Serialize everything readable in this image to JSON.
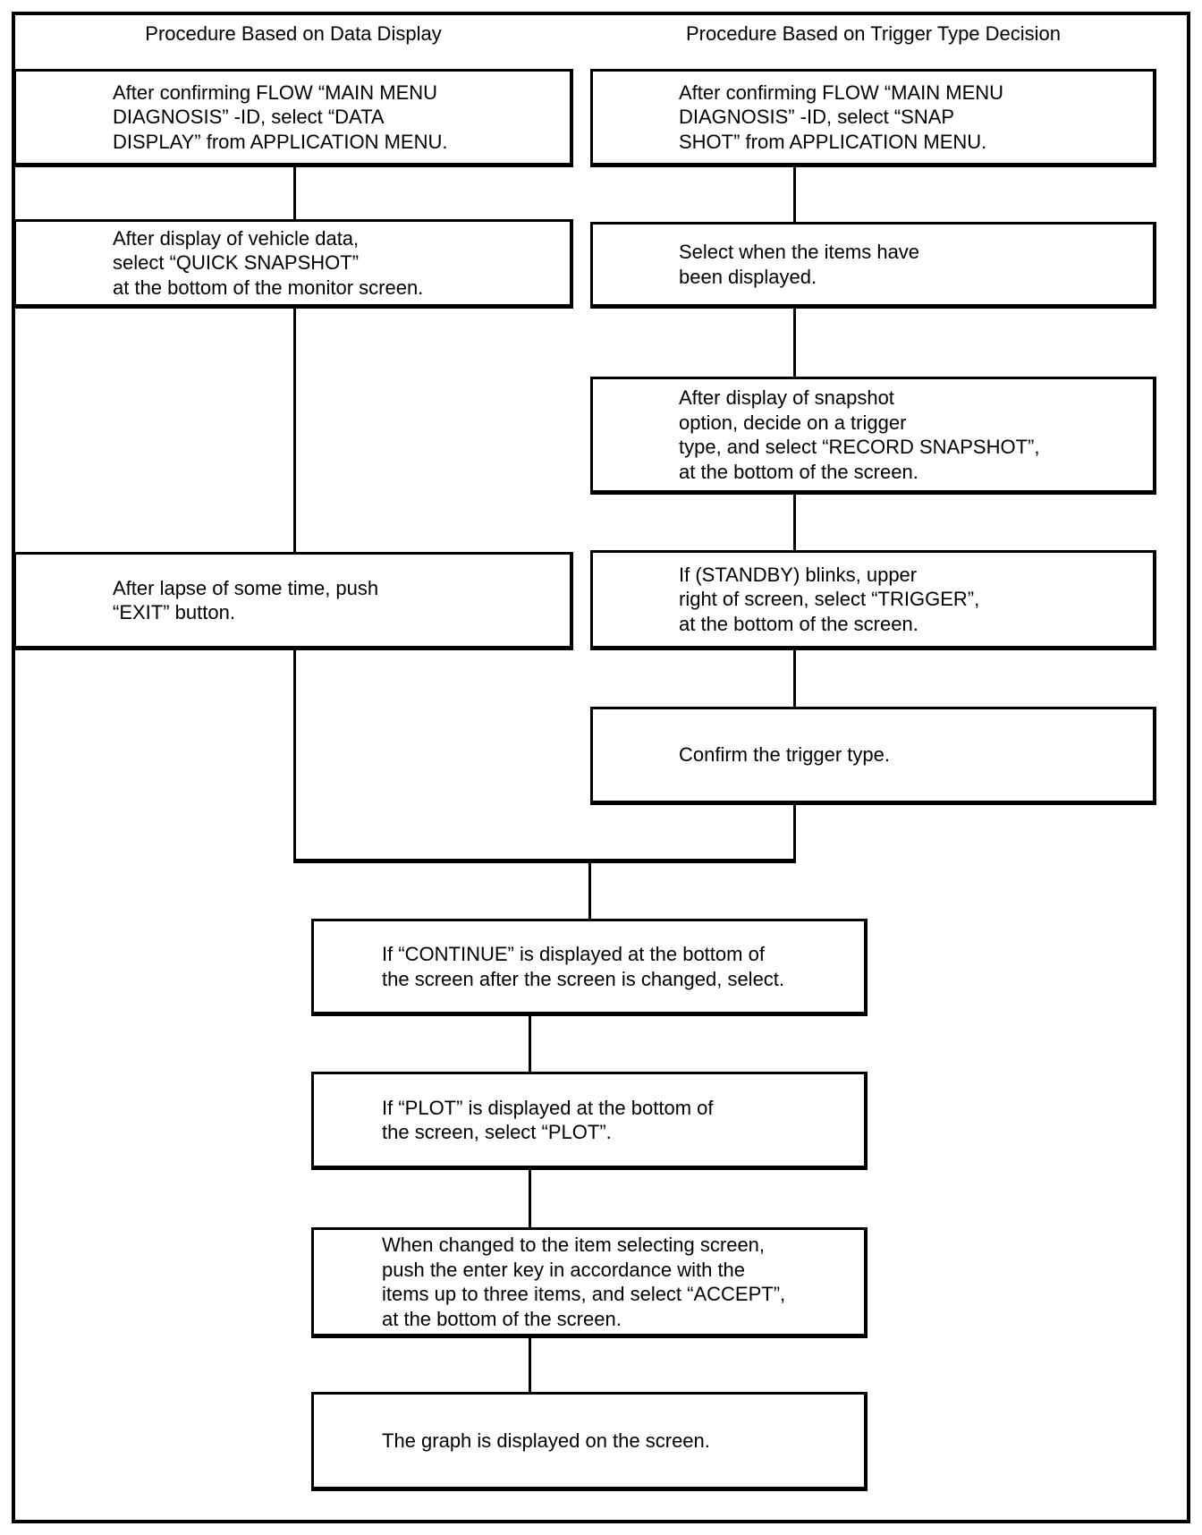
{
  "colors": {
    "ink": "#000000",
    "paper": "#ffffff"
  },
  "headers": {
    "left": "Procedure Based on Data Display",
    "right": "Procedure Based on Trigger Type Decision"
  },
  "left_column": {
    "boxes": [
      {
        "text": "After confirming FLOW “MAIN MENU\nDIAGNOSIS” -ID, select “DATA\nDISPLAY” from APPLICATION MENU."
      },
      {
        "text": "After display of vehicle data,\nselect “QUICK SNAPSHOT”\nat the bottom of the monitor screen."
      },
      {
        "text": "After lapse of some time, push\n“EXIT” button."
      }
    ]
  },
  "right_column": {
    "boxes": [
      {
        "text": "After confirming FLOW “MAIN MENU\nDIAGNOSIS” -ID, select “SNAP\nSHOT” from APPLICATION MENU."
      },
      {
        "text": "Select when the items have\nbeen displayed."
      },
      {
        "text": "After display of snapshot\noption, decide on a trigger\ntype, and select “RECORD SNAPSHOT”,\nat the bottom of the screen."
      },
      {
        "text": "If (STANDBY) blinks, upper\nright of screen, select “TRIGGER”,\nat the bottom of the screen."
      },
      {
        "text": "Confirm the trigger type."
      }
    ]
  },
  "merged_column": {
    "boxes": [
      {
        "text": "If “CONTINUE” is displayed at the bottom of\nthe screen after the screen is changed, select."
      },
      {
        "text": "If “PLOT” is displayed at the bottom of\nthe screen, select “PLOT”."
      },
      {
        "text": "When changed to the item selecting screen,\npush the enter key in accordance with the\nitems up to three items, and select “ACCEPT”,\nat the bottom of the screen."
      },
      {
        "text": "The graph is displayed on the screen."
      }
    ]
  }
}
